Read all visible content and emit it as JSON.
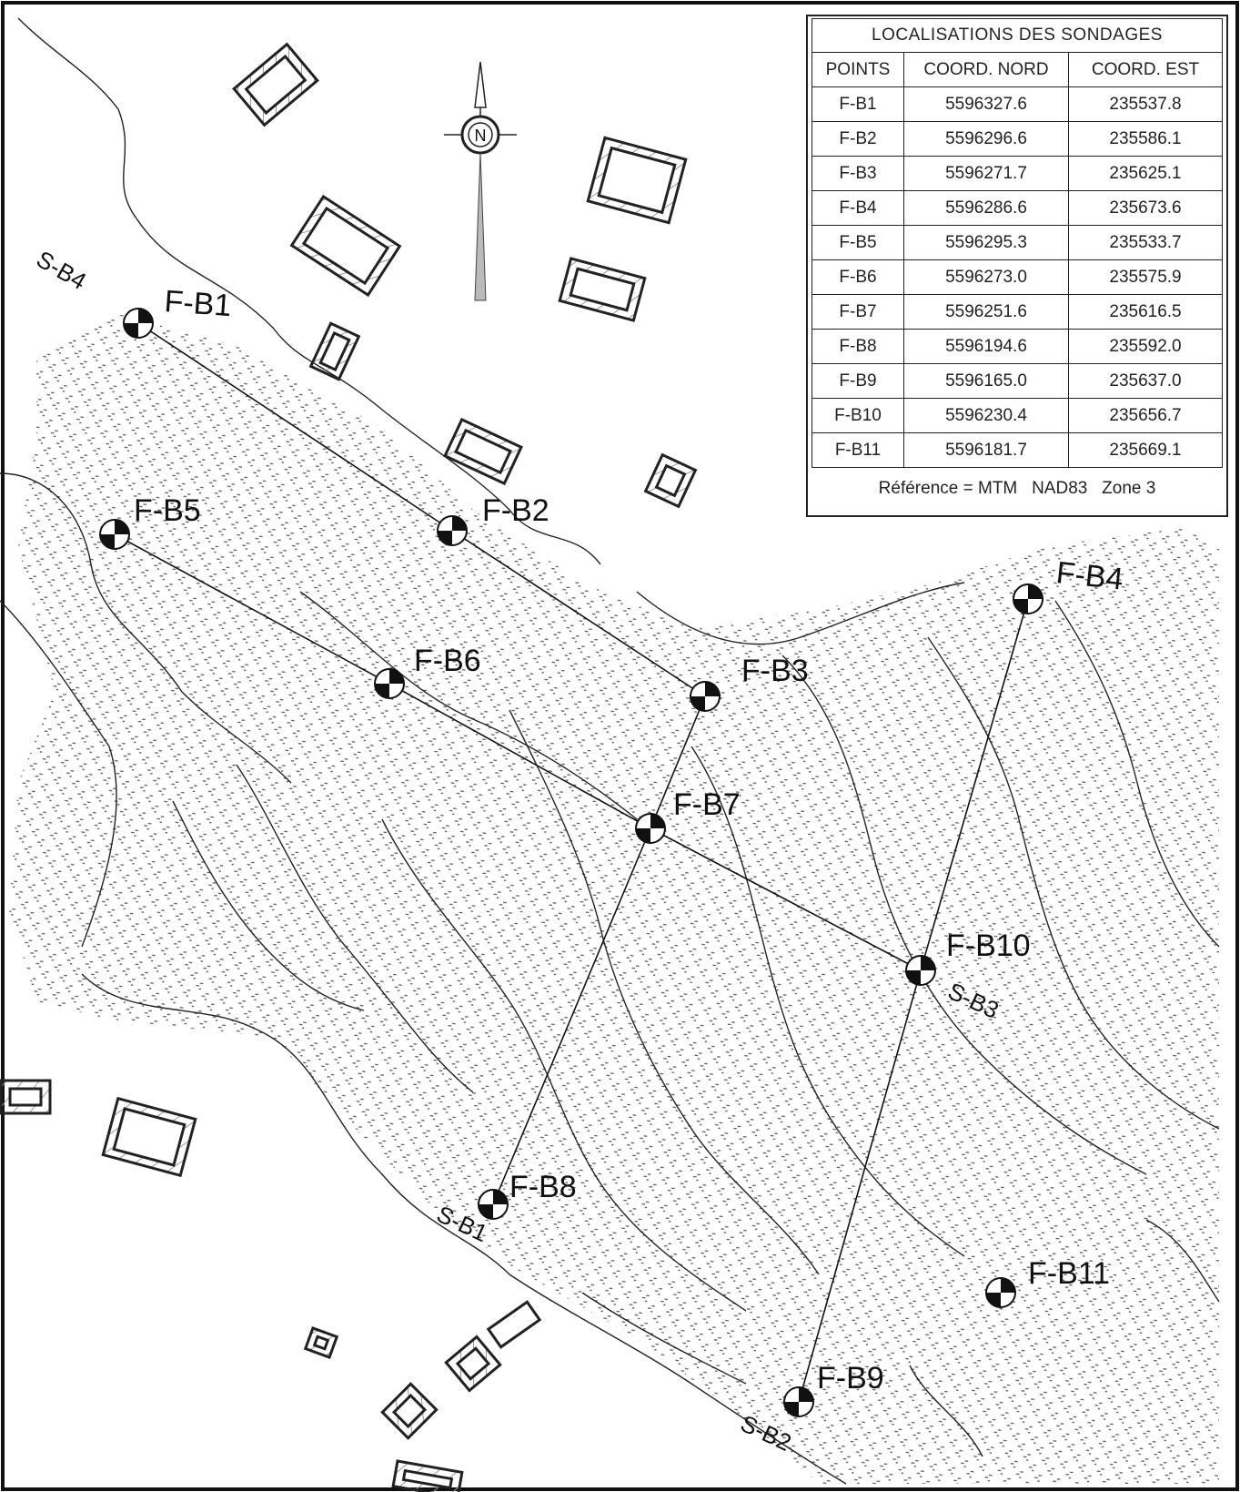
{
  "legend": {
    "title": "LOCALISATIONS DES SONDAGES",
    "headers": [
      "POINTS",
      "COORD. NORD",
      "COORD. EST"
    ],
    "rows": [
      [
        "F-B1",
        "5596327.6",
        "235537.8"
      ],
      [
        "F-B2",
        "5596296.6",
        "235586.1"
      ],
      [
        "F-B3",
        "5596271.7",
        "235625.1"
      ],
      [
        "F-B4",
        "5596286.6",
        "235673.6"
      ],
      [
        "F-B5",
        "5596295.3",
        "235533.7"
      ],
      [
        "F-B6",
        "5596273.0",
        "235575.9"
      ],
      [
        "F-B7",
        "5596251.6",
        "235616.5"
      ],
      [
        "F-B8",
        "5596194.6",
        "235592.0"
      ],
      [
        "F-B9",
        "5596165.0",
        "235637.0"
      ],
      [
        "F-B10",
        "5596230.4",
        "235656.7"
      ],
      [
        "F-B11",
        "5596181.7",
        "235669.1"
      ]
    ],
    "reference": "Référence = MTM   NAD83   Zone 3"
  },
  "north_arrow": {
    "letter": "N"
  },
  "boreholes": [
    "F-B1",
    "F-B2",
    "F-B3",
    "F-B4",
    "F-B5",
    "F-B6",
    "F-B7",
    "F-B8",
    "F-B9",
    "F-B10",
    "F-B11"
  ],
  "sections": [
    "S-B4",
    "S-B1",
    "S-B2",
    "S-B3"
  ],
  "colors": {
    "ink": "#111111",
    "hatch": "#555555",
    "paper": "#ffffff"
  }
}
